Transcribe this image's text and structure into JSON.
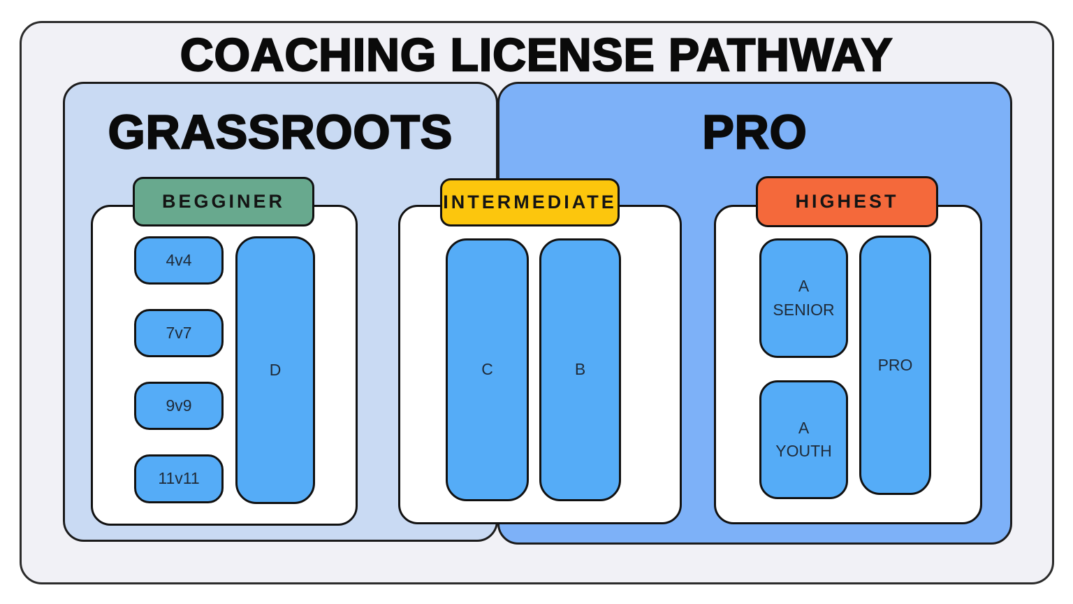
{
  "title": "COACHING LICENSE PATHWAY",
  "sections": {
    "grassroots": {
      "label": "GRASSROOTS"
    },
    "pro": {
      "label": "PRO"
    }
  },
  "stages": {
    "begginer": {
      "badge": "BEGGINER",
      "boxes": {
        "four_v_four": "4v4",
        "seven_v_seven": "7v7",
        "nine_v_nine": "9v9",
        "eleven_v_eleven": "11v11",
        "d": "D"
      }
    },
    "intermediate": {
      "badge": "INTERMEDIATE",
      "boxes": {
        "c": "C",
        "b": "B"
      }
    },
    "highest": {
      "badge": "HIGHEST",
      "boxes": {
        "a_senior": "A\nSENIOR",
        "a_youth": "A\nYOUTH",
        "pro": "PRO"
      }
    }
  },
  "colors": {
    "page_background": "#ffffff",
    "board_background": "#f1f1f6",
    "grassroots_background": "#c9daf3",
    "pro_background": "#7db1f8",
    "panel_background": "#ffffff",
    "license_box": "#55acf7",
    "badge_begginer": "#68a98e",
    "badge_intermediate": "#fcc60d",
    "badge_highest": "#f4693b",
    "outline": "#111111"
  }
}
